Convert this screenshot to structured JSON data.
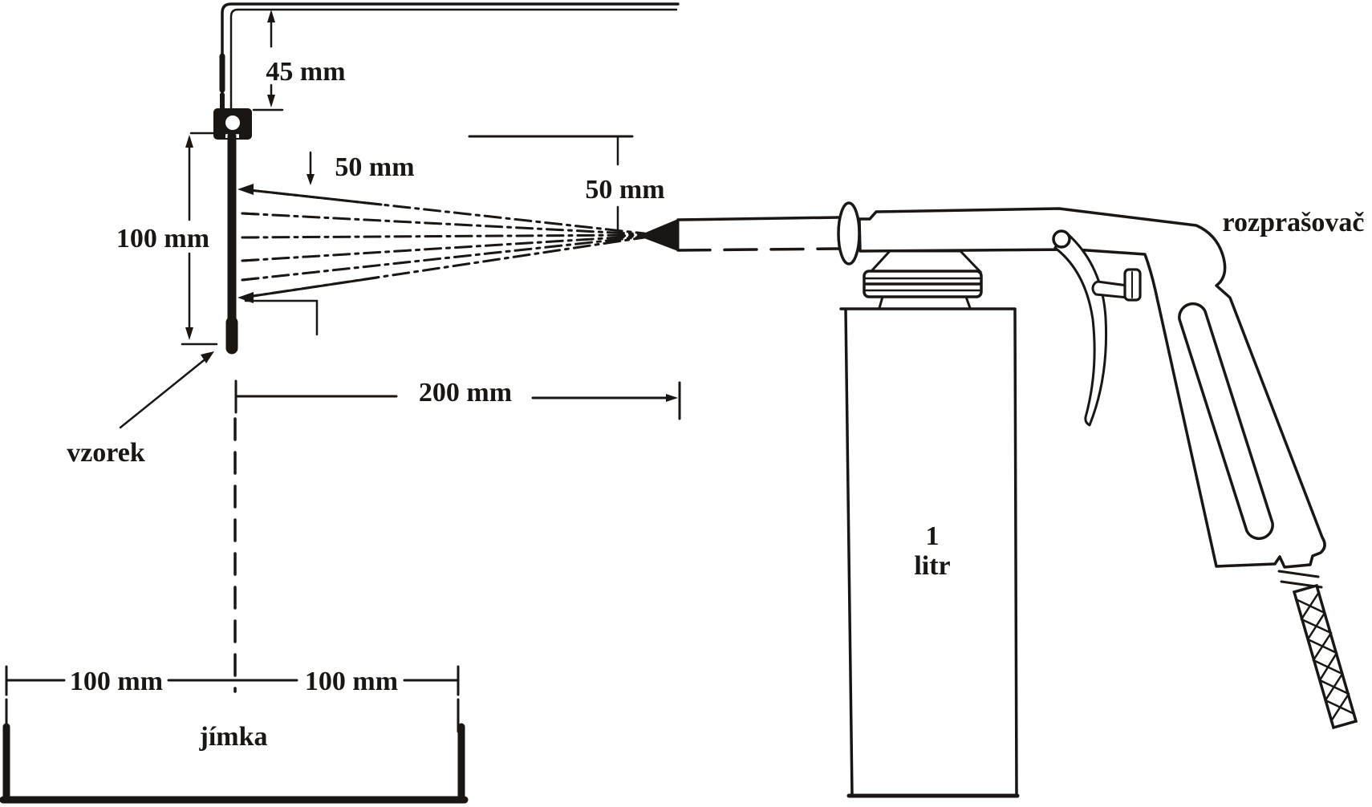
{
  "figure": {
    "kind": "spray-test-rig-diagram",
    "ink_color": "#191613",
    "paper_color": "#ffffff",
    "labels": {
      "sprayer": "rozprašovač",
      "sample": "vzorek",
      "sump": "jímka",
      "bottle_volume_number": "1",
      "bottle_volume_unit": "litr"
    },
    "dimensions": {
      "bar_to_clamp": "45 mm",
      "spray_pattern_height": "50 mm",
      "nozzle_axis_offset": "50 mm",
      "sample_height": "100 mm",
      "sample_to_nozzle": "200 mm",
      "sump_left_half": "100 mm",
      "sump_right_half": "100 mm"
    }
  }
}
